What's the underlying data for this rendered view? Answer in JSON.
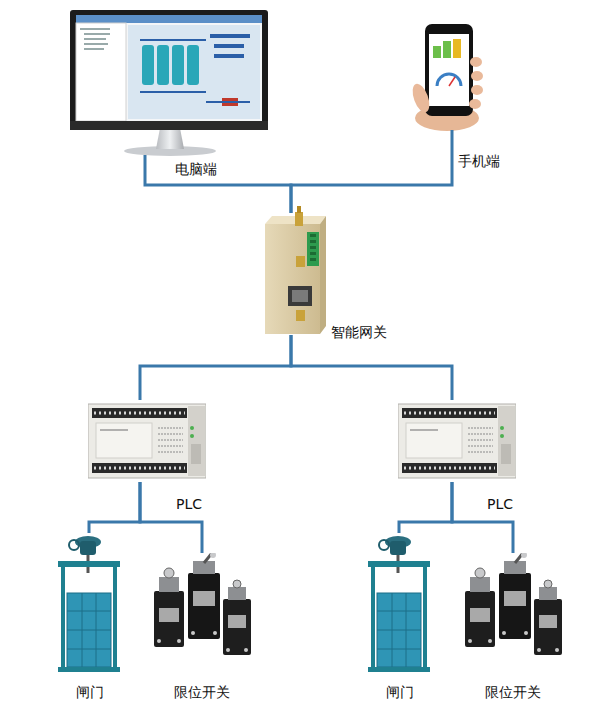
{
  "diagram": {
    "nodes": [
      {
        "text": [
          "电脑端"
        ]
      },
      {
        "text": [
          "手机端"
        ]
      },
      {
        "text": [
          "智能网关"
        ]
      },
      {
        "text": [
          "PLC"
        ]
      },
      {
        "text": [
          "PLC"
        ]
      },
      {
        "text": [
          "闸门"
        ]
      },
      {
        "text": [
          "限位开关"
        ]
      },
      {
        "text": [
          "闸门"
        ]
      },
      {
        "text": [
          "限位开关"
        ]
      }
    ],
    "edges": [
      {
        "from": 0,
        "to": 2,
        "arrow": "none"
      },
      {
        "from": 1,
        "to": 2,
        "arrow": "none"
      },
      {
        "from": 2,
        "to": 3,
        "arrow": "none"
      },
      {
        "from": 2,
        "to": 4,
        "arrow": "none"
      },
      {
        "from": 3,
        "to": 5,
        "arrow": "none"
      },
      {
        "from": 3,
        "to": 6,
        "arrow": "none"
      },
      {
        "from": 4,
        "to": 7,
        "arrow": "none"
      },
      {
        "from": 4,
        "to": 8,
        "arrow": "none"
      }
    ]
  }
}
